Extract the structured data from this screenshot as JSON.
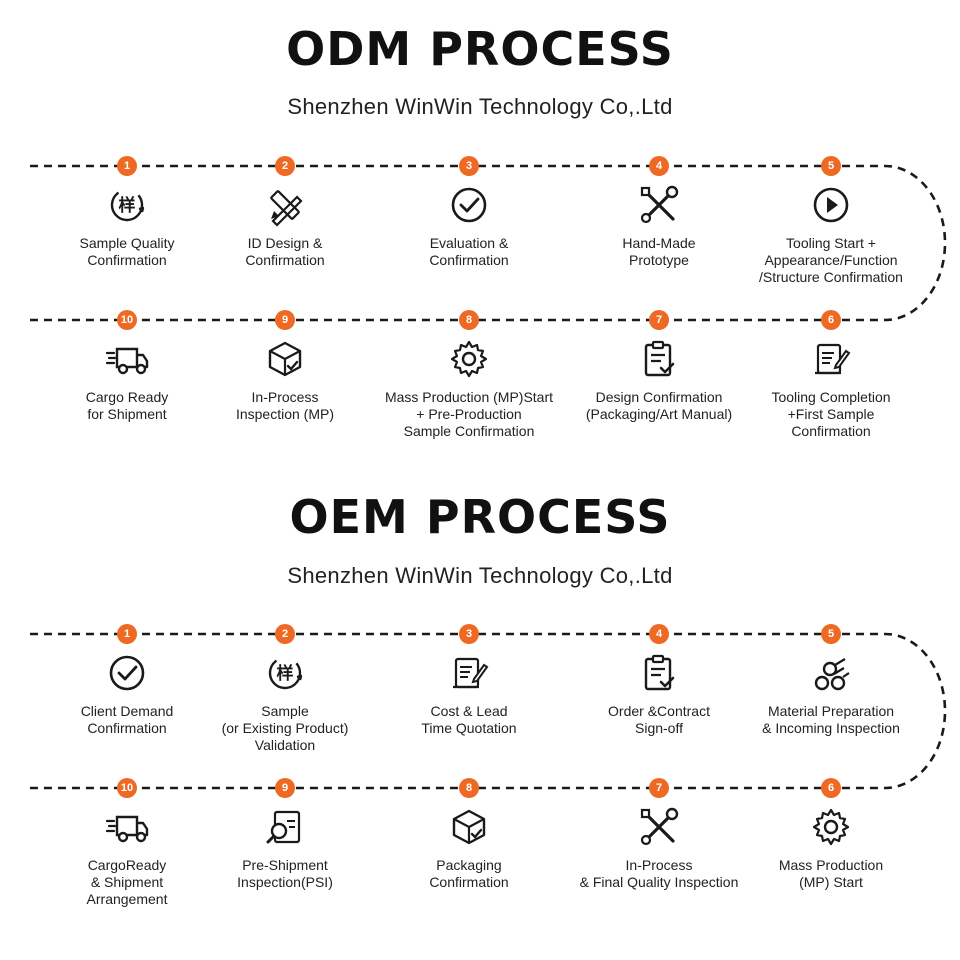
{
  "sections": [
    {
      "title": "ODM PROCESS",
      "subtitle": "Shenzhen WinWin Technology Co,.Ltd",
      "steps": [
        {
          "n": "1",
          "icon": "sample-icon",
          "lines": [
            "Sample Quality",
            "Confirmation"
          ]
        },
        {
          "n": "2",
          "icon": "design-pencil-ruler-icon",
          "lines": [
            "ID Design &",
            "Confirmation"
          ]
        },
        {
          "n": "3",
          "icon": "check-circle-icon",
          "lines": [
            "Evaluation &",
            "Confirmation"
          ]
        },
        {
          "n": "4",
          "icon": "tools-icon",
          "lines": [
            "Hand-Made",
            "Prototype"
          ]
        },
        {
          "n": "5",
          "icon": "play-icon",
          "lines": [
            "Tooling Start +",
            "Appearance/Function",
            "/Structure Confirmation"
          ]
        },
        {
          "n": "6",
          "icon": "scroll-pen-icon",
          "lines": [
            "Tooling Completion",
            "+First Sample",
            "Confirmation"
          ]
        },
        {
          "n": "7",
          "icon": "clipboard-icon",
          "lines": [
            "Design Confirmation",
            "(Packaging/Art Manual)"
          ]
        },
        {
          "n": "8",
          "icon": "gear-icon",
          "lines": [
            "Mass Production (MP)Start",
            "+ Pre-Production",
            "Sample Confirmation"
          ]
        },
        {
          "n": "9",
          "icon": "box-check-icon",
          "lines": [
            "In-Process",
            "Inspection (MP)"
          ]
        },
        {
          "n": "10",
          "icon": "truck-icon",
          "lines": [
            "Cargo Ready",
            "for Shipment"
          ]
        }
      ]
    },
    {
      "title": "OEM PROCESS",
      "subtitle": "Shenzhen WinWin Technology Co,.Ltd",
      "steps": [
        {
          "n": "1",
          "icon": "check-circle-icon",
          "lines": [
            "Client Demand",
            "Confirmation"
          ]
        },
        {
          "n": "2",
          "icon": "sample-icon",
          "lines": [
            "Sample",
            "(or Existing Product)",
            "Validation"
          ]
        },
        {
          "n": "3",
          "icon": "scroll-pen-icon",
          "lines": [
            "Cost & Lead",
            "Time Quotation"
          ]
        },
        {
          "n": "4",
          "icon": "clipboard-icon",
          "lines": [
            "Order &Contract",
            "Sign-off"
          ]
        },
        {
          "n": "5",
          "icon": "material-logs-icon",
          "lines": [
            "Material Preparation",
            "& Incoming Inspection"
          ]
        },
        {
          "n": "6",
          "icon": "gear-icon",
          "lines": [
            "Mass Production",
            "(MP) Start"
          ]
        },
        {
          "n": "7",
          "icon": "tools-icon",
          "lines": [
            "In-Process",
            "& Final Quality Inspection"
          ]
        },
        {
          "n": "8",
          "icon": "box-check-icon",
          "lines": [
            "Packaging",
            "Confirmation"
          ]
        },
        {
          "n": "9",
          "icon": "inspection-magnifier-icon",
          "lines": [
            "Pre-Shipment",
            "Inspection(PSI)"
          ]
        },
        {
          "n": "10",
          "icon": "truck-icon",
          "lines": [
            "CargoReady",
            "& Shipment",
            "Arrangement"
          ]
        }
      ]
    }
  ],
  "colors": {
    "accent": "#ee6a24",
    "line": "#1a1a1a",
    "text": "#222222"
  }
}
